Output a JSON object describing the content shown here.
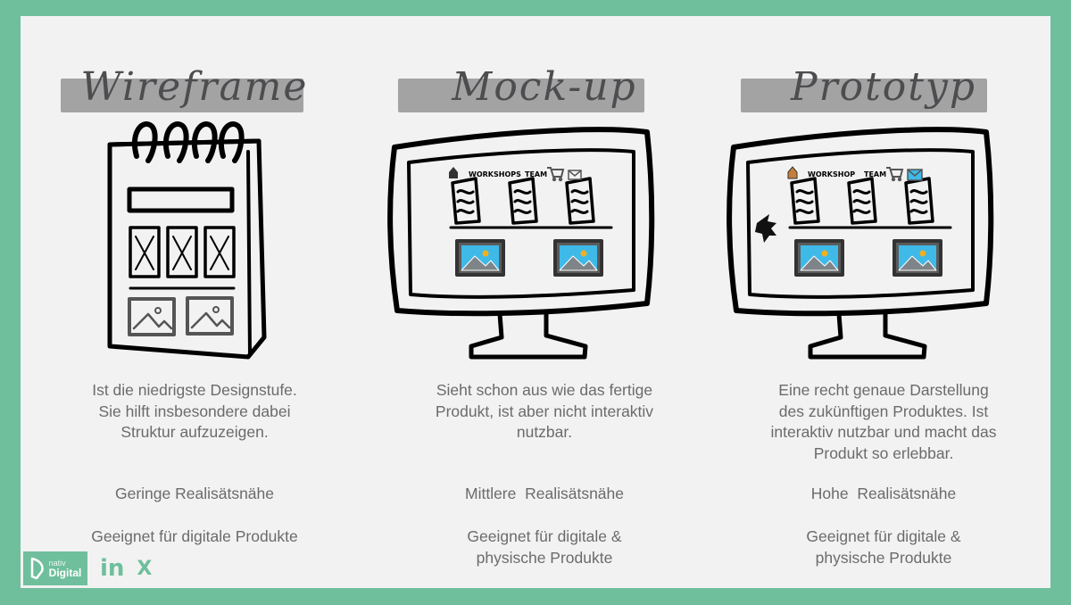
{
  "colors": {
    "background": "#6fbf9c",
    "panel": "#f2f2f2",
    "title_bar": "#a3a3a4",
    "title_text": "#4d4d50",
    "body_text": "#6b6b6b",
    "sky_blue": "#3fb9e8",
    "sun": "#f2b01e"
  },
  "columns": [
    {
      "title": "Wireframe",
      "illustration": "notepad-wireframe-sketch",
      "description": "Ist die niedrigste Designstufe.\nSie hilft insbesondere  dabei\nStruktur aufzuzeigen.",
      "realism": "Geringe Realisätsnähe",
      "suitability": "Geeignet für digitale Produkte"
    },
    {
      "title": "Mock-up",
      "illustration": "monitor-mockup-sketch",
      "nav": [
        "WORKSHOPS",
        "TEAM"
      ],
      "description": "Sieht schon aus wie das fertige\nProdukt, ist aber nicht interaktiv\nnutzbar.",
      "realism": "Mittlere  Realisätsnähe",
      "suitability": "Geeignet für digitale  &\nphysische Produkte"
    },
    {
      "title": "Prototyp",
      "illustration": "monitor-prototype-sketch",
      "nav": [
        "WORKSHOP",
        "TEAM"
      ],
      "description": "Eine recht genaue Darstellung\ndes zukünftigen Produktes. Ist\ninteraktiv nutzbar und macht das\nProdukt so erlebbar.",
      "realism": "Hohe  Realisätsnähe",
      "suitability": "Geeignet für digitale  &\nphysische Produkte"
    }
  ],
  "footer": {
    "logo_small": "nativ",
    "logo_big": "Digital",
    "linkedin": "in",
    "xing": "X"
  }
}
